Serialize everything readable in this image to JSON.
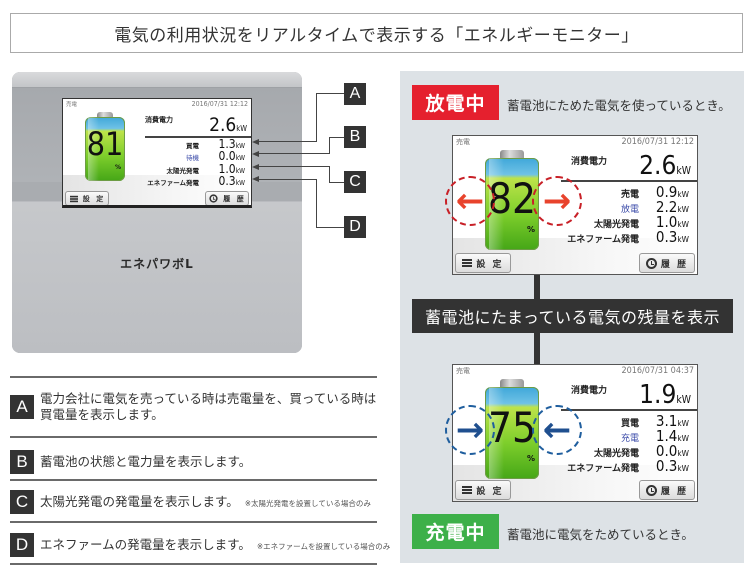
{
  "title": "電気の利用状況をリアルタイムで表示する「エネルギーモニター」",
  "device": {
    "brand": "エネパワボL",
    "screen": {
      "status": "売電",
      "datetime": "2016/07/31 12:12",
      "battery_percent": "81",
      "percent_unit": "%",
      "consumption_label": "消費電力",
      "consumption_value": "2.6",
      "consumption_unit": "kW",
      "rows": [
        {
          "label": "買電",
          "value": "1.3",
          "unit": "kW",
          "color": "#222222"
        },
        {
          "label": "待機",
          "value": "0.0",
          "unit": "kW",
          "color": "#3a4aa8"
        },
        {
          "label": "太陽光発電",
          "value": "1.0",
          "unit": "kW",
          "color": "#222222"
        },
        {
          "label": "エネファーム発電",
          "value": "0.3",
          "unit": "kW",
          "color": "#222222"
        }
      ],
      "settings_button": "設 定",
      "history_button": "履 歴"
    }
  },
  "callouts": [
    "A",
    "B",
    "C",
    "D"
  ],
  "descriptions": [
    {
      "badge": "A",
      "text": "電力会社に電気を売っている時は売電量を、買っている時は",
      "text2": "買電量を表示します。",
      "note": ""
    },
    {
      "badge": "B",
      "text": "蓄電池の状態と電力量を表示します。",
      "text2": "",
      "note": ""
    },
    {
      "badge": "C",
      "text": "太陽光発電の発電量を表示します。",
      "text2": "",
      "note": "※太陽光発電を設置している場合のみ"
    },
    {
      "badge": "D",
      "text": "エネファームの発電量を表示します。",
      "text2": "",
      "note": "※エネファームを設置している場合のみ"
    }
  ],
  "panel": {
    "discharge": {
      "tag": "放電中",
      "tag_color": "#e5202e",
      "description": "蓄電池にためた電気を使っているとき。",
      "screen": {
        "status": "売電",
        "datetime": "2016/07/31 12:12",
        "battery_percent": "82",
        "percent_unit": "%",
        "consumption_label": "消費電力",
        "consumption_value": "2.6",
        "consumption_unit": "kW",
        "rows": [
          {
            "label": "売電",
            "value": "0.9",
            "unit": "kW"
          },
          {
            "label": "放電",
            "value": "2.2",
            "unit": "kW"
          },
          {
            "label": "太陽光発電",
            "value": "1.0",
            "unit": "kW"
          },
          {
            "label": "エネファーム発電",
            "value": "0.3",
            "unit": "kW"
          }
        ],
        "settings_button": "設 定",
        "history_button": "履 歴",
        "flow_left_arrow": "←",
        "flow_right_arrow": "→"
      }
    },
    "banner": "蓄電池にたまっている電気の残量を表示",
    "charge": {
      "tag": "充電中",
      "tag_color": "#3db049",
      "description": "蓄電池に電気をためているとき。",
      "screen": {
        "status": "売電",
        "datetime": "2016/07/31 04:37",
        "battery_percent": "75",
        "percent_unit": "%",
        "consumption_label": "消費電力",
        "consumption_value": "1.9",
        "consumption_unit": "kW",
        "rows": [
          {
            "label": "買電",
            "value": "3.1",
            "unit": "kW"
          },
          {
            "label": "充電",
            "value": "1.4",
            "unit": "kW"
          },
          {
            "label": "太陽光発電",
            "value": "0.0",
            "unit": "kW"
          },
          {
            "label": "エネファーム発電",
            "value": "0.3",
            "unit": "kW"
          }
        ],
        "settings_button": "設 定",
        "history_button": "履 歴",
        "flow_left_arrow": "→",
        "flow_right_arrow": "←"
      }
    }
  }
}
